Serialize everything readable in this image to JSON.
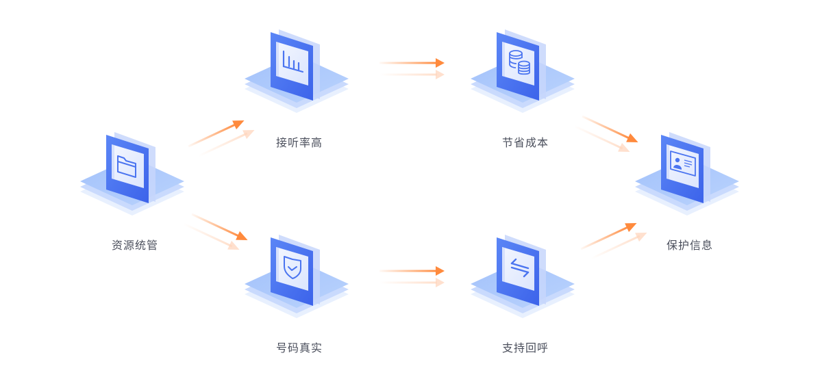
{
  "colors": {
    "accent_orange": "#ff8a3d",
    "card_blue": "#4a74f0",
    "platform_blue": "#a9c6fb",
    "label_text": "#4b4f5c"
  },
  "nodes": [
    {
      "id": "resource",
      "label": "资源统管",
      "icon": "folder-icon"
    },
    {
      "id": "answer",
      "label": "接听率高",
      "icon": "bar-chart-icon"
    },
    {
      "id": "number",
      "label": "号码真实",
      "icon": "shield-check-icon"
    },
    {
      "id": "cost",
      "label": "节省成本",
      "icon": "coins-icon"
    },
    {
      "id": "callback",
      "label": "支持回呼",
      "icon": "swap-arrows-icon"
    },
    {
      "id": "protect",
      "label": "保护信息",
      "icon": "id-card-icon"
    }
  ],
  "flows": [
    {
      "from": "资源统管",
      "to": "接听率高"
    },
    {
      "from": "资源统管",
      "to": "号码真实"
    },
    {
      "from": "接听率高",
      "to": "节省成本"
    },
    {
      "from": "号码真实",
      "to": "支持回呼"
    },
    {
      "from": "节省成本",
      "to": "保护信息"
    },
    {
      "from": "支持回呼",
      "to": "保护信息"
    }
  ]
}
